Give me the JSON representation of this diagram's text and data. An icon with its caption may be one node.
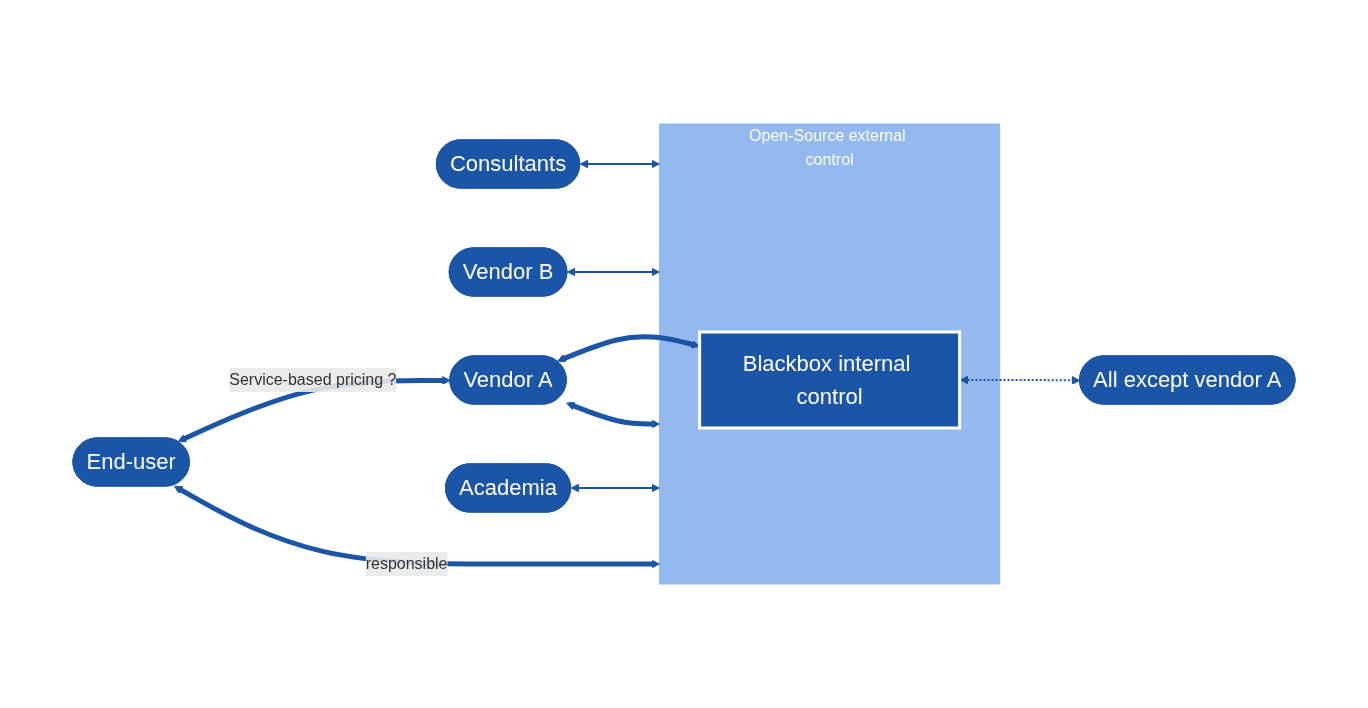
{
  "diagram": {
    "nodes": [
      {
        "text": [
          "Consultants"
        ]
      },
      {
        "text": [
          "Vendor B"
        ]
      },
      {
        "text": [
          "Vendor A"
        ]
      },
      {
        "text": [
          "Academia"
        ]
      },
      {
        "text": [
          "End-user"
        ]
      },
      {
        "text": [
          "Open-Source external control"
        ]
      },
      {
        "text": [
          "Blackbox internal control"
        ],
        "in": 5
      },
      {
        "text": [
          "All except vendor A"
        ]
      }
    ],
    "edges": [
      {
        "from": 0,
        "to": 5,
        "arrow": "both"
      },
      {
        "from": 1,
        "to": 5,
        "arrow": "both"
      },
      {
        "from": 3,
        "to": 5,
        "arrow": "both"
      },
      {
        "from": 4,
        "to": 2,
        "arrow": "both",
        "label": "Service-based pricing ?",
        "style": "thick"
      },
      {
        "from": 4,
        "to": 5,
        "arrow": "both",
        "label": "responsible",
        "style": "thick"
      },
      {
        "from": 2,
        "to": 5,
        "arrow": "both",
        "style": "thick"
      },
      {
        "from": 2,
        "to": 6,
        "arrow": "both",
        "style": "thick"
      },
      {
        "from": 6,
        "to": 7,
        "arrow": "both",
        "style": "dashed"
      }
    ]
  }
}
